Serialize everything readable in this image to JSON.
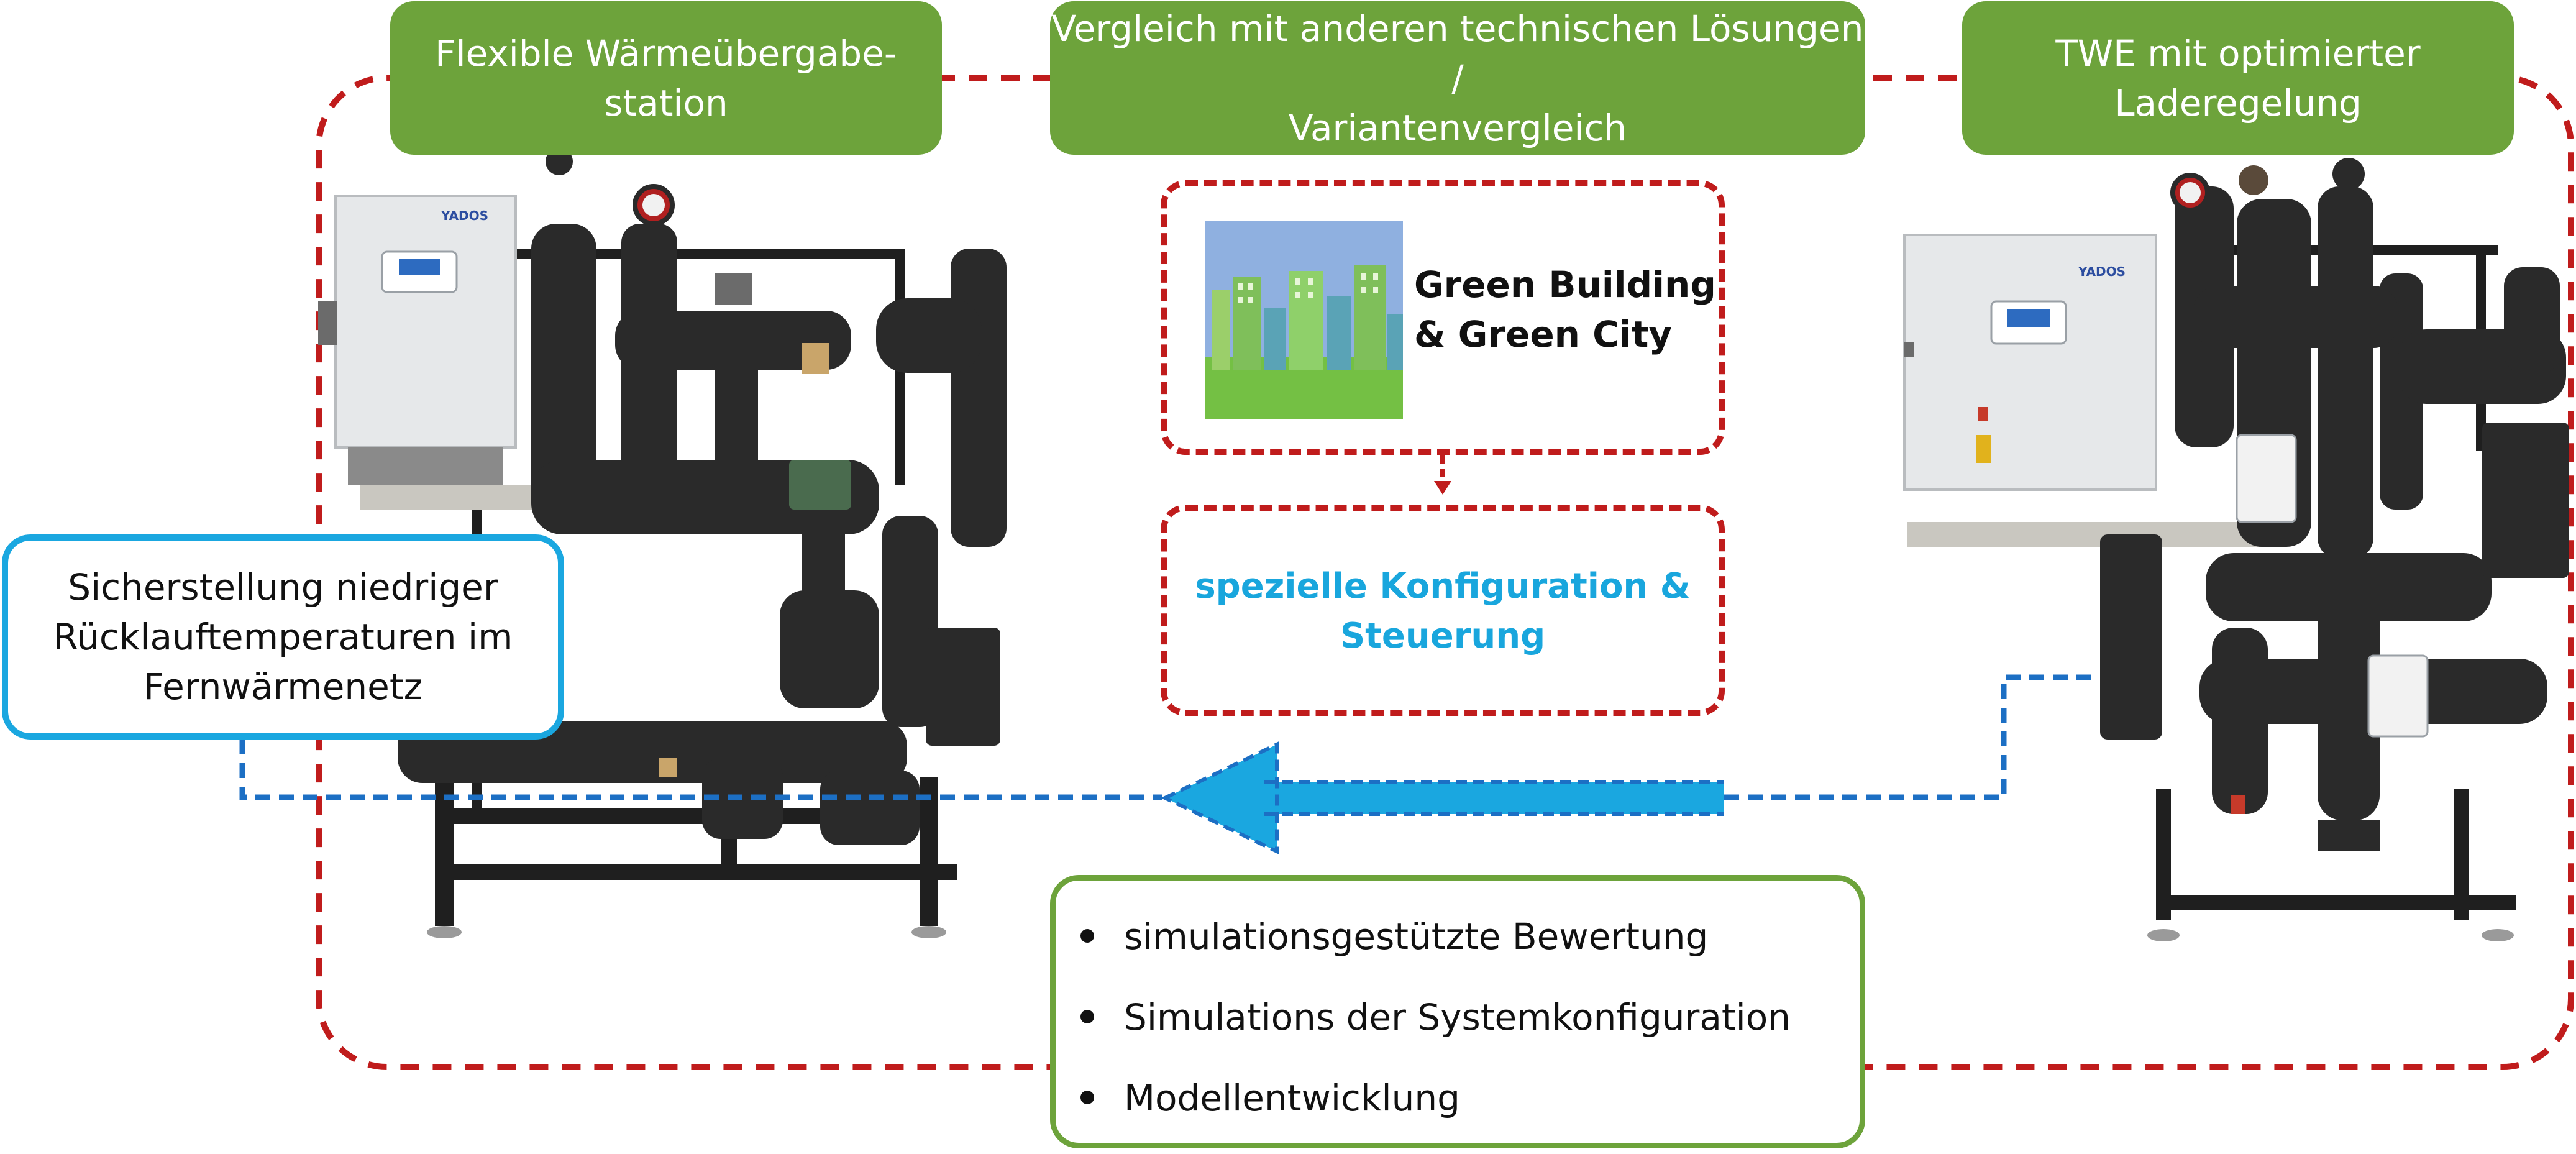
{
  "headers": {
    "left": [
      "Flexible Wärmeübergabe-",
      "station"
    ],
    "center": [
      "Vergleich mit anderen technischen Lösungen /",
      "Variantenvergleich"
    ],
    "right": [
      "TWE mit optimierter",
      "Laderegelung"
    ]
  },
  "green_building": [
    "Green Building",
    "& Green City"
  ],
  "configuration": [
    "spezielle Konfiguration &",
    "Steuerung"
  ],
  "return_temp": [
    "Sicherstellung niedriger",
    "Rücklauftemperaturen im",
    "Fernwärmenetz"
  ],
  "methods": [
    "simulationsgestützte Bewertung",
    "Simulations der Systemkonfiguration",
    "Modellentwicklung"
  ],
  "panel_logo": "YADOS",
  "colors": {
    "green": "#6da33b",
    "red_dashed": "#c01c1c",
    "blue": "#1aa7e0",
    "blue_dashed": "#1c6fc4",
    "pipe": "#1f1f1f",
    "panel": "#e6e8ea"
  }
}
